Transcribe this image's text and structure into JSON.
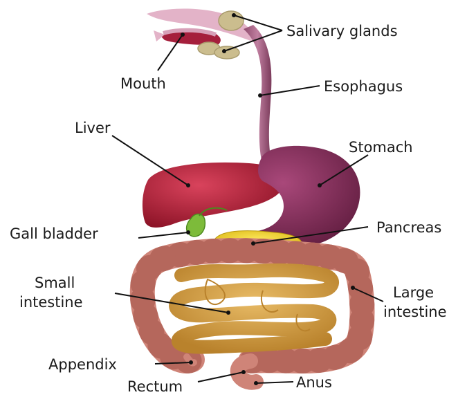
{
  "labels": {
    "salivary_glands": "Salivary glands",
    "mouth": "Mouth",
    "esophagus": "Esophagus",
    "liver": "Liver",
    "stomach": "Stomach",
    "gall_bladder": "Gall bladder",
    "pancreas": "Pancreas",
    "small_intestine_line1": "Small",
    "small_intestine_line2": "intestine",
    "large_intestine_line1": "Large",
    "large_intestine_line2": "intestine",
    "appendix": "Appendix",
    "rectum": "Rectum",
    "anus": "Anus"
  },
  "colors": {
    "liver": "#b5203a",
    "stomach": "#8c2f5e",
    "esophagus": "#b06a8c",
    "mouth": "#e6b6cc",
    "salivary_gland": "#c8b98a",
    "gall_bladder": "#7dbb3a",
    "pancreas": "#f2d21f",
    "small_intestine": "#d6a24a",
    "large_intestine": "#cc7f73"
  }
}
